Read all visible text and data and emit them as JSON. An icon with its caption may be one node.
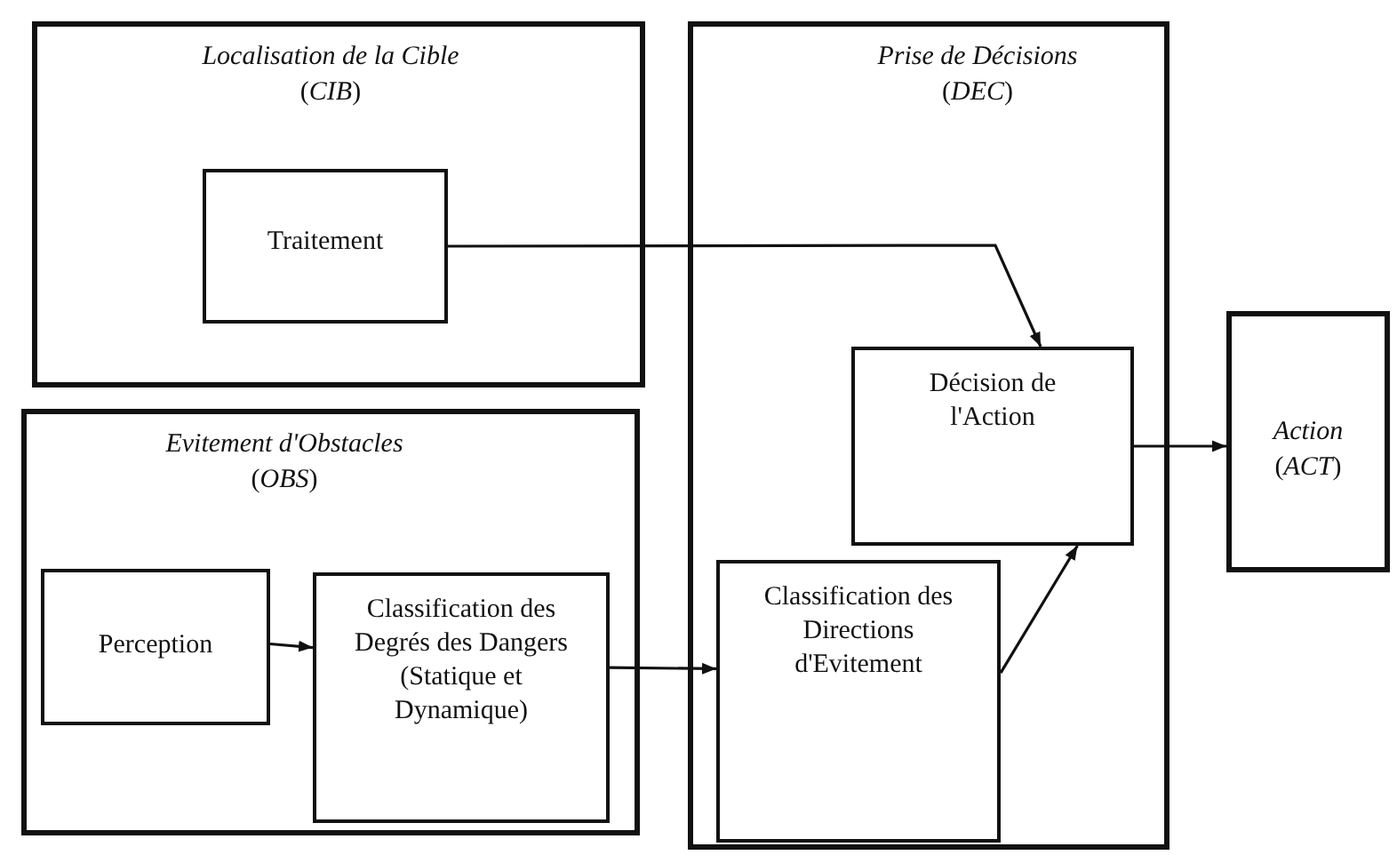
{
  "diagram": {
    "nodes": [
      {
        "text": [
          "Localisation de la Cible",
          "(*CIB*)"
        ]
      },
      {
        "text": [
          "Traitement"
        ],
        "in": 0
      },
      {
        "text": [
          "Evitement d'Obstacles",
          "(*OBS*)"
        ]
      },
      {
        "text": [
          "Perception"
        ],
        "in": 2
      },
      {
        "text": [
          "Classification des Degrés des Dangers (Statique et Dynamique)"
        ],
        "in": 2
      },
      {
        "text": [
          "Prise de Décisions",
          "(*DEC*)"
        ]
      },
      {
        "text": [
          "Décision de l'Action"
        ],
        "in": 5
      },
      {
        "text": [
          "Classification des Directions d'Evitement"
        ],
        "in": 5
      },
      {
        "text": [
          "Action",
          "(*ACT*)"
        ]
      }
    ],
    "edges": [
      {
        "from": 1,
        "to": 6,
        "arrow": "to"
      },
      {
        "from": 3,
        "to": 4,
        "arrow": "to"
      },
      {
        "from": 4,
        "to": 7,
        "arrow": "to"
      },
      {
        "from": 7,
        "to": 6,
        "arrow": "to"
      },
      {
        "from": 6,
        "to": 8,
        "arrow": "to"
      }
    ]
  }
}
